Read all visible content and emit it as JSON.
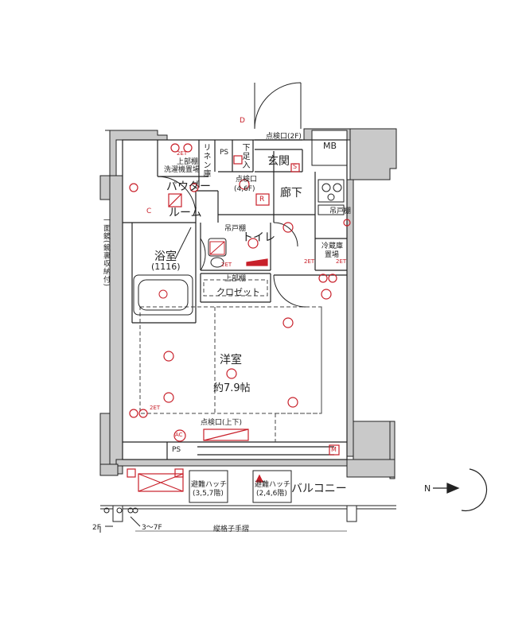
{
  "rooms": {
    "powder_room_l1": "パウダー",
    "powder_room_l2": "ルーム",
    "bathroom": "浴室",
    "bathroom_size": "(1116)",
    "hallway": "廊下",
    "entrance": "玄関",
    "toilet": "トイレ",
    "western_room": "洋室",
    "western_room_size": "約7.9帖",
    "closet": "クロゼット",
    "balcony": "バルコニー",
    "mb": "MB",
    "ps_top": "PS",
    "ps_bottom": "PS"
  },
  "labels": {
    "inspection_2f": "点検口(2F)",
    "inspection_46f_l1": "点検口",
    "inspection_46f_l2": "(4,6F)",
    "inspection_updown": "点検口(上下)",
    "linen_storage": "リネン庫",
    "shoe_storage": "下足入",
    "upper_shelf_laundry_l1": "上部棚",
    "upper_shelf_laundry_l2": "洗濯機置場",
    "hanging_shelf_toilet": "吊戸棚",
    "hanging_shelf_kitchen": "吊戸棚",
    "fridge_l1": "冷蔵庫",
    "fridge_l2": "置場",
    "upper_shelf_closet": "上部棚",
    "mirror_storage": "一面鏡(鏡裏収納付)",
    "escape_hatch_a_l1": "避難ハッチ",
    "escape_hatch_a_l2": "(3,5,7階)",
    "escape_hatch_b_l1": "避難ハッチ",
    "escape_hatch_b_l2": "(2,4,6階)",
    "lattice_handrail": "縦格子手摺",
    "floor_2f": "2F",
    "floor_3_7f": "3〜7F",
    "compass_n": "N",
    "marker_d": "D",
    "marker_r": "R",
    "marker_s": "S",
    "marker_c": "C",
    "marker_m": "M",
    "marker_ac": "AC",
    "tag_2et_a": "2ET",
    "tag_2et_b": "2ET",
    "tag_2et_c": "2ET",
    "tag_2et_d": "2ET",
    "tag_2et_e": "2ET"
  },
  "colors": {
    "wall": "#c9c9c9",
    "line": "#222222",
    "accent": "#c8202a"
  }
}
